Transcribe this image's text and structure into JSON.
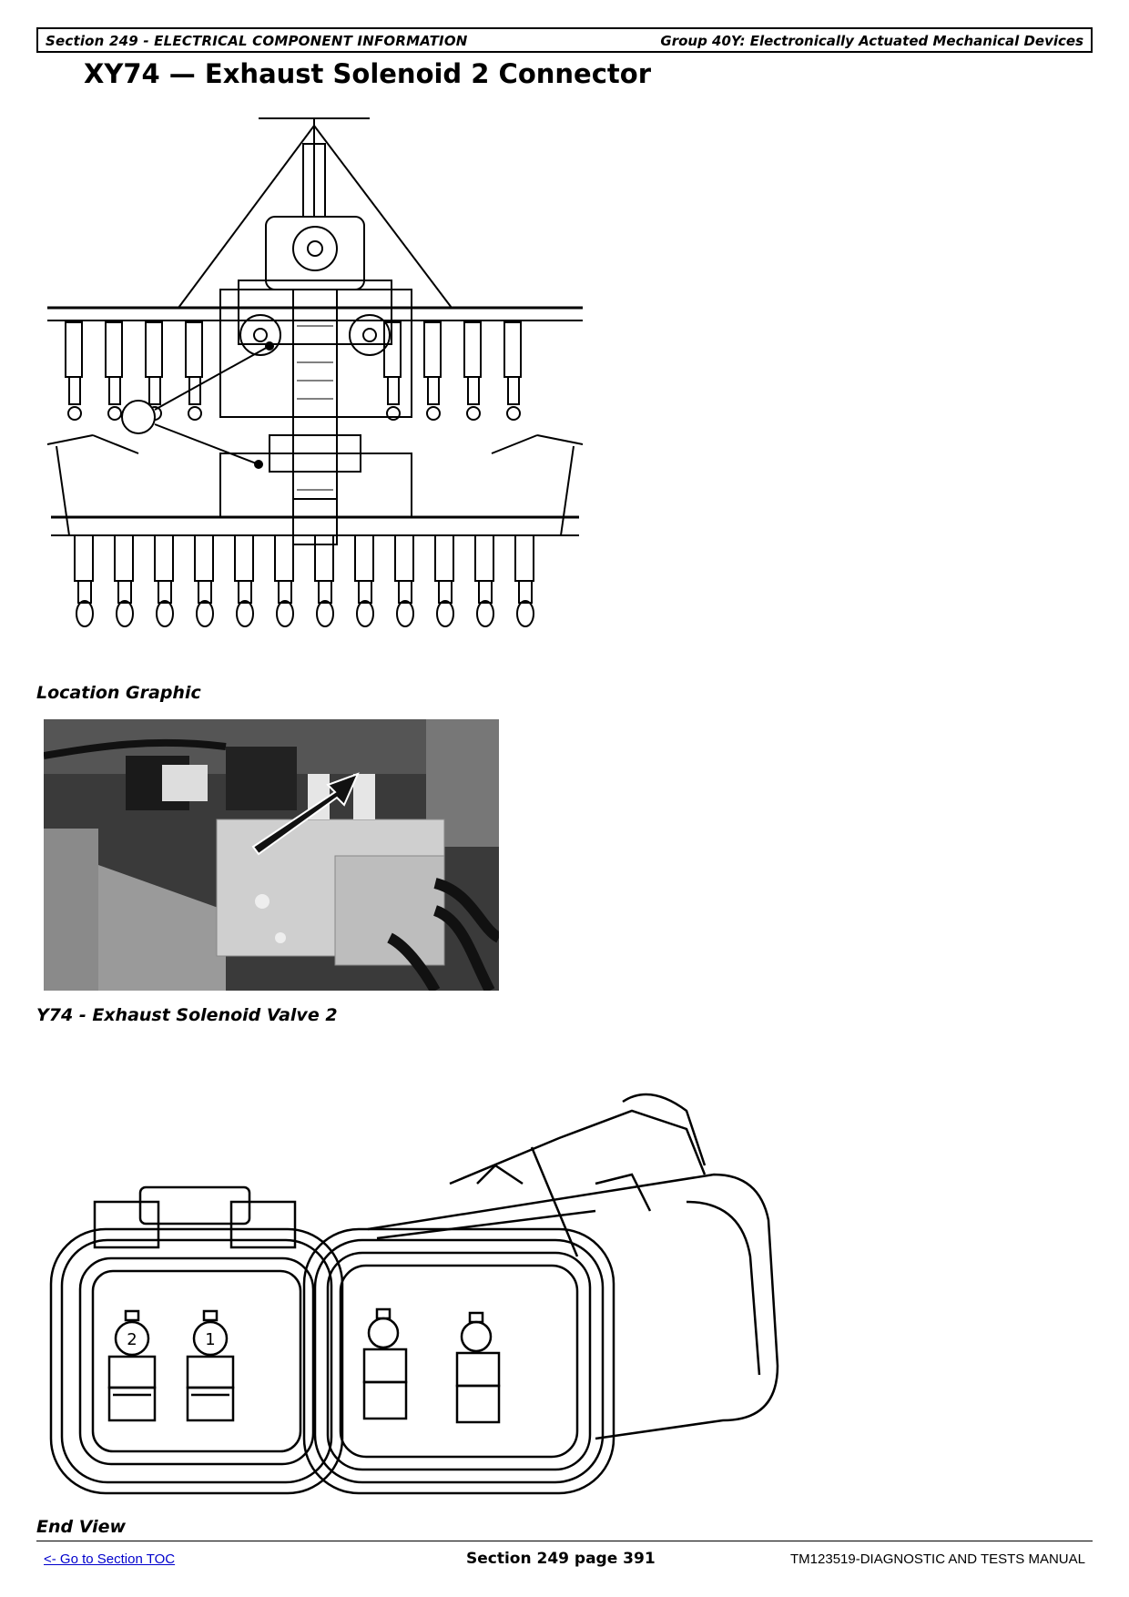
{
  "header": {
    "left": "Section 249 - ELECTRICAL COMPONENT INFORMATION",
    "right": "Group 40Y: Electronically Actuated Mechanical Devices"
  },
  "title": "XY74 — Exhaust Solenoid 2 Connector",
  "figures": {
    "location_caption": "Location Graphic",
    "valve_caption": "Y74 - Exhaust Solenoid Valve 2",
    "end_view_caption": "End View",
    "pin_labels": [
      "2",
      "1"
    ]
  },
  "footer": {
    "toc_link": "<- Go to Section TOC",
    "page": "Section 249 page 391",
    "manual": "TM123519-DIAGNOSTIC AND TESTS MANUAL"
  }
}
